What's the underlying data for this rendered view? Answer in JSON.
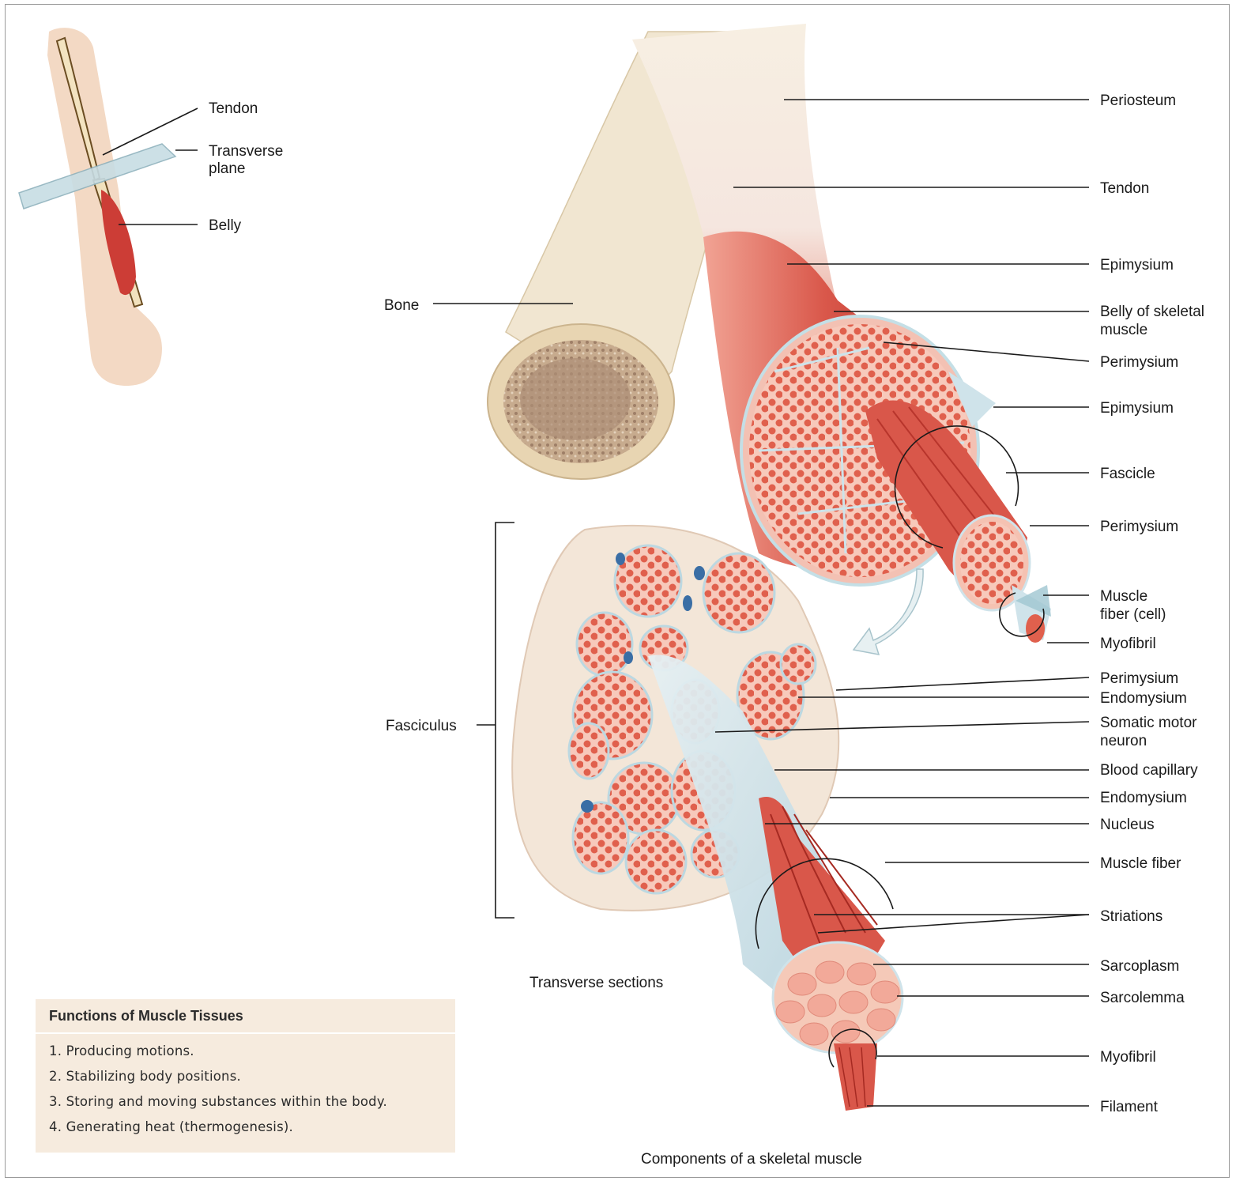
{
  "arm_inset": {
    "labels": [
      "Tendon",
      "Transverse plane",
      "Belly"
    ]
  },
  "main": {
    "bone_label": "Bone",
    "fasciculus_label": "Fasciculus",
    "transverse_sections_caption": "Transverse sections",
    "figure_caption": "Components of a skeletal muscle",
    "right_labels": [
      "Periosteum",
      "Tendon",
      "Epimysium",
      "Belly of skeletal muscle",
      "Perimysium",
      "Epimysium",
      "Fascicle",
      "Perimysium",
      "Muscle fiber (cell)",
      "Myofibril",
      "Perimysium",
      "Endomysium",
      "Somatic motor neuron",
      "Blood capillary",
      "Endomysium",
      "Nucleus",
      "Muscle fiber",
      "Striations",
      "Sarcoplasm",
      "Sarcolemma",
      "Myofibril",
      "Filament"
    ]
  },
  "functions_box": {
    "title": "Functions of Muscle Tissues",
    "items": [
      "1.  Producing motions.",
      "2.  Stabilizing body positions.",
      "3.  Storing and moving substances within the body.",
      "4.  Generating heat (thermogenesis)."
    ]
  },
  "colors": {
    "muscle": "#d9574a",
    "muscle_dark": "#b8352c",
    "muscle_light": "#f08a78",
    "tendon": "#f4ead9",
    "bone": "#efe2c6",
    "marrow": "#b89a82",
    "connective": "#cfe3ea",
    "box_bg": "#f6ebde"
  }
}
